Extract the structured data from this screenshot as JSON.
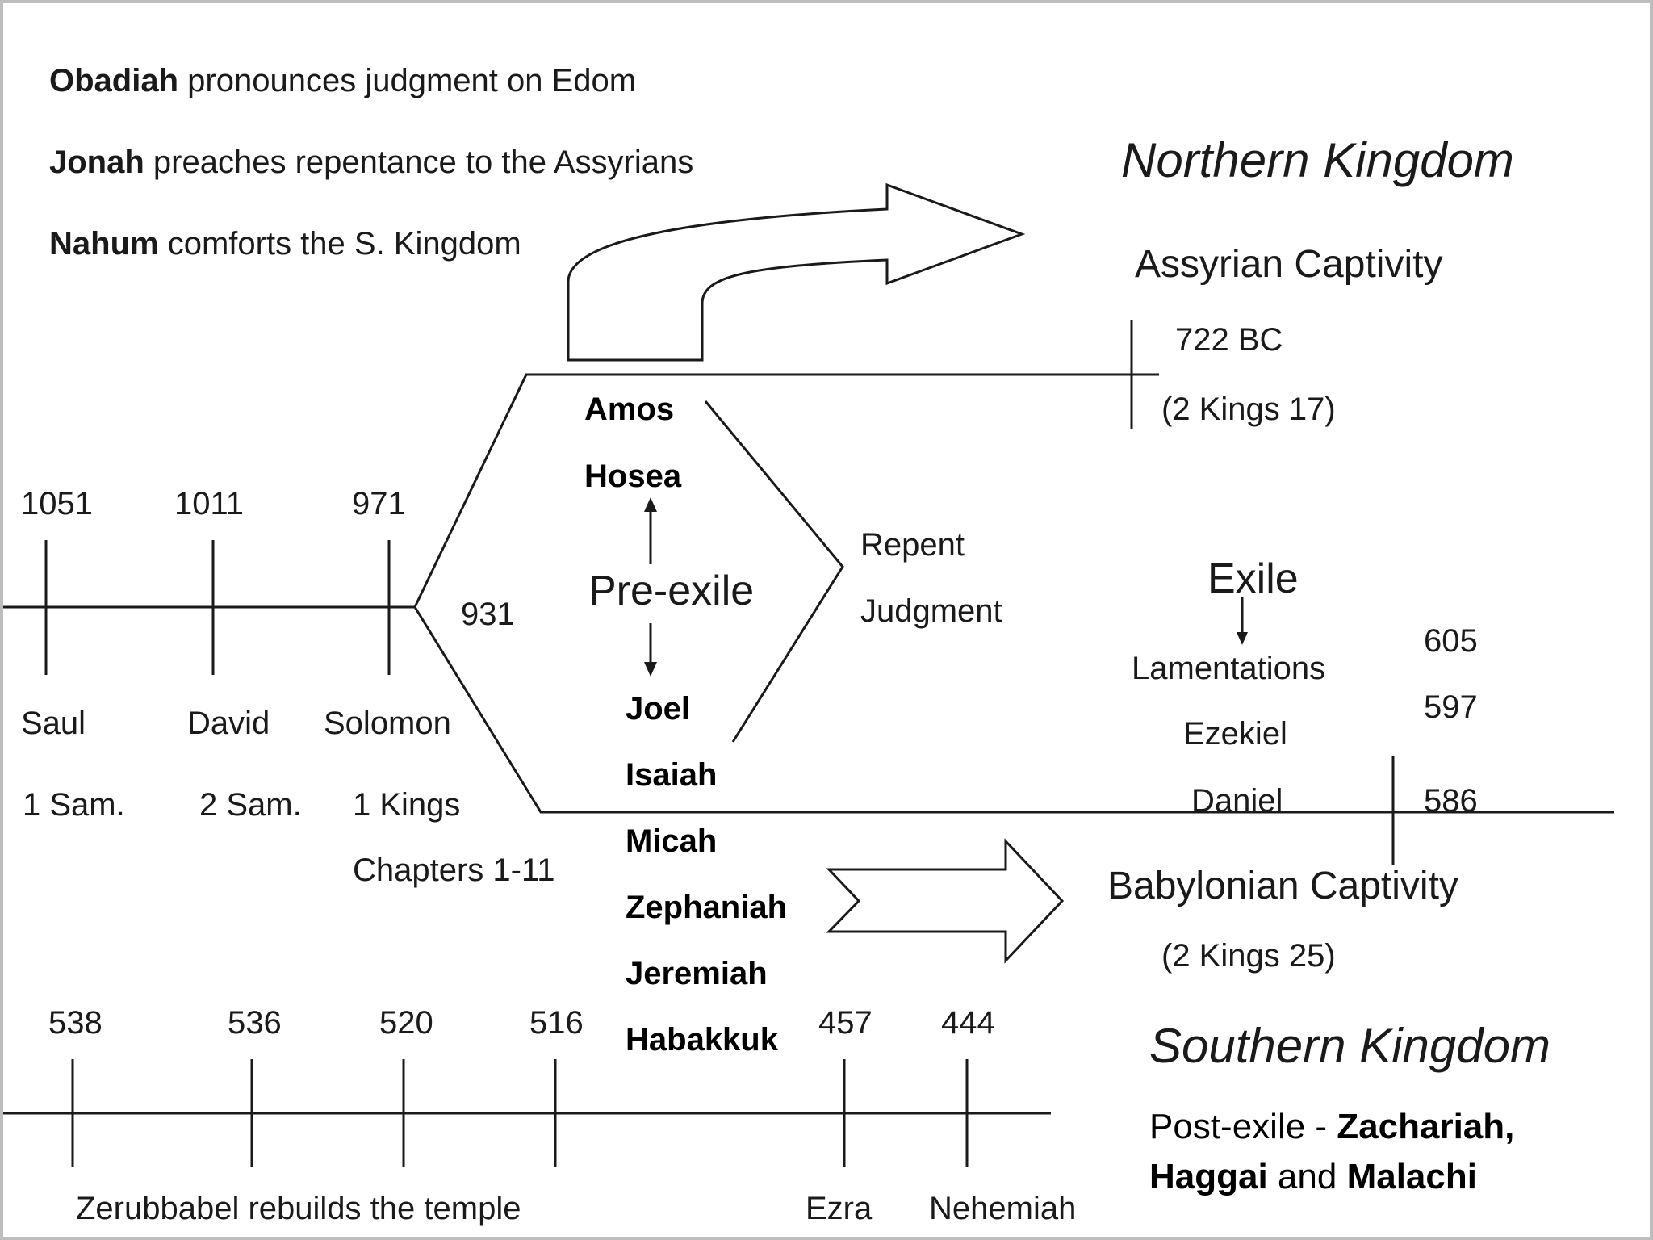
{
  "top_notes": {
    "obadiah": {
      "name": "Obadiah",
      "text": "pronounces judgment on Edom"
    },
    "jonah": {
      "name": "Jonah",
      "text": "preaches repentance to the Assyrians"
    },
    "nahum": {
      "name": "Nahum",
      "text": "comforts the S. Kingdom"
    }
  },
  "northern": {
    "title": "Northern Kingdom",
    "captivity": "Assyrian Captivity",
    "date": "722 BC",
    "ref": "(2 Kings 17)"
  },
  "united_kingdom": {
    "years": [
      "1051",
      "1011",
      "971"
    ],
    "kings": [
      "Saul",
      "David",
      "Solomon"
    ],
    "books": [
      "1 Sam.",
      "2 Sam.",
      "1 Kings"
    ],
    "chapters": "Chapters 1-11",
    "split_year": "931"
  },
  "pre_exile": {
    "label": "Pre-exile",
    "north_prophets": [
      "Amos",
      "Hosea"
    ],
    "south_prophets": [
      "Joel",
      "Isaiah",
      "Micah",
      "Zephaniah",
      "Jeremiah",
      "Habakkuk"
    ],
    "message": [
      "Repent",
      "Judgment"
    ]
  },
  "exile": {
    "label": "Exile",
    "books": [
      "Lamentations",
      "Ezekiel",
      "Daniel"
    ],
    "dates": [
      "605",
      "597",
      "586"
    ]
  },
  "southern": {
    "captivity": "Babylonian Captivity",
    "ref": "(2 Kings 25)",
    "title": "Southern Kingdom"
  },
  "post_exile": {
    "prefix": "Post-exile - ",
    "zachariah": "Zachariah,",
    "haggai": "Haggai",
    "and": " and ",
    "malachi": "Malachi"
  },
  "restoration": {
    "years": [
      "538",
      "536",
      "520",
      "516",
      "457",
      "444"
    ],
    "zerubbabel": "Zerubbabel rebuilds the temple",
    "ezra": "Ezra",
    "nehemiah": "Nehemiah"
  }
}
